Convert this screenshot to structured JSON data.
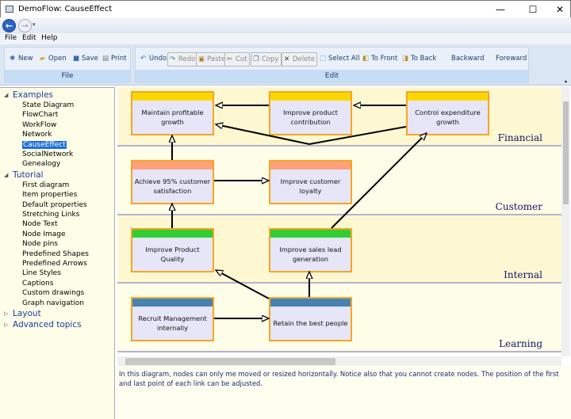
{
  "window": {
    "title": "DemoFlow: CauseEffect",
    "minimize": "—",
    "maximize": "☐",
    "close": "✕"
  },
  "nav": {
    "back": "←",
    "forward": "→",
    "dropdown": "▾"
  },
  "menu": [
    "File",
    "Edit",
    "Help"
  ],
  "ribbon": {
    "file_group": {
      "caption": "File",
      "buttons": [
        {
          "label": "New",
          "icon": "new-icon"
        },
        {
          "label": "Open",
          "icon": "open-folder-icon"
        },
        {
          "label": "Save",
          "icon": "save-icon"
        },
        {
          "label": "Print",
          "icon": "print-icon"
        }
      ]
    },
    "edit_group": {
      "caption": "Edit",
      "buttons": [
        {
          "label": "Undo",
          "icon": "undo-icon",
          "enabled": true
        },
        {
          "label": "Redo",
          "icon": "redo-icon",
          "enabled": false
        },
        {
          "label": "Paste",
          "icon": "paste-icon",
          "enabled": false
        },
        {
          "label": "Cut",
          "icon": "cut-icon",
          "enabled": false
        },
        {
          "label": "Copy",
          "icon": "copy-icon",
          "enabled": false
        },
        {
          "label": "Delete",
          "icon": "delete-icon",
          "enabled": false
        },
        {
          "label": "Select All",
          "icon": "select-all-icon",
          "enabled": true
        },
        {
          "label": "To Front",
          "icon": "to-front-icon",
          "enabled": true
        },
        {
          "label": "To Back",
          "icon": "to-back-icon",
          "enabled": true
        },
        {
          "label": "Backward",
          "enabled": true
        },
        {
          "label": "Foreward",
          "enabled": true
        }
      ]
    }
  },
  "sidebar": {
    "sections": [
      {
        "label": "Examples",
        "expanded": true,
        "items": [
          "State Diagram",
          "FlowChart",
          "WorkFlow",
          "Network",
          "CauseEffect",
          "SocialNetwork",
          "Genealogy"
        ]
      },
      {
        "label": "Tutorial",
        "expanded": true,
        "items": [
          "First diagram",
          "Item properties",
          "Default properties",
          "Stretching Links",
          "Node Text",
          "Node Image",
          "Node pins",
          "Predefined Shapes",
          "Predefined Arrows",
          "Line Styles",
          "Captions",
          "Custom drawings",
          "Graph navigation"
        ]
      },
      {
        "label": "Layout",
        "expanded": false,
        "items": []
      },
      {
        "label": "Advanced topics",
        "expanded": false,
        "items": []
      }
    ],
    "selected": "CauseEffect"
  },
  "diagram": {
    "bands": [
      "Financial",
      "Customer",
      "Internal",
      "Learning"
    ],
    "band_colors": [
      "#fdf8d2",
      "#fefde8",
      "#fdf8d2",
      "#fefde8"
    ],
    "header_colors": {
      "Financial": "#ffd700",
      "Customer": "#ffa07a",
      "Internal": "#32cd32",
      "Learning": "#4682b4"
    },
    "nodes": [
      {
        "text": "Maintain profitable growth",
        "band": "Financial"
      },
      {
        "text": "Improve product contribution",
        "band": "Financial"
      },
      {
        "text": "Control expenditure growth",
        "band": "Financial"
      },
      {
        "text": "Achieve 95% customer satisfaction",
        "band": "Customer"
      },
      {
        "text": "Improve customer loyalty",
        "band": "Customer"
      },
      {
        "text": "Improve Product Quality",
        "band": "Internal"
      },
      {
        "text": "Improve sales lead generation",
        "band": "Internal"
      },
      {
        "text": "Recruit Management internally",
        "band": "Learning"
      },
      {
        "text": "Retain the best people",
        "band": "Learning"
      }
    ],
    "links": [
      [
        "Improve product contribution",
        "Maintain profitable growth"
      ],
      [
        "Control expenditure growth",
        "Improve product contribution"
      ],
      [
        "Control expenditure growth",
        "Maintain profitable growth"
      ],
      [
        "Achieve 95% customer satisfaction",
        "Maintain profitable growth"
      ],
      [
        "Achieve 95% customer satisfaction",
        "Improve customer loyalty"
      ],
      [
        "Improve Product Quality",
        "Achieve 95% customer satisfaction"
      ],
      [
        "Improve sales lead generation",
        "Control expenditure growth"
      ],
      [
        "Retain the best people",
        "Improve Product Quality"
      ],
      [
        "Retain the best people",
        "Improve sales lead generation"
      ],
      [
        "Recruit Management internally",
        "Retain the best people"
      ]
    ]
  },
  "description": "In this diagram, nodes can only me moved or resized horizontally. Notice also that you cannot create nodes. The position of the first and last point of each link can be adjusted."
}
